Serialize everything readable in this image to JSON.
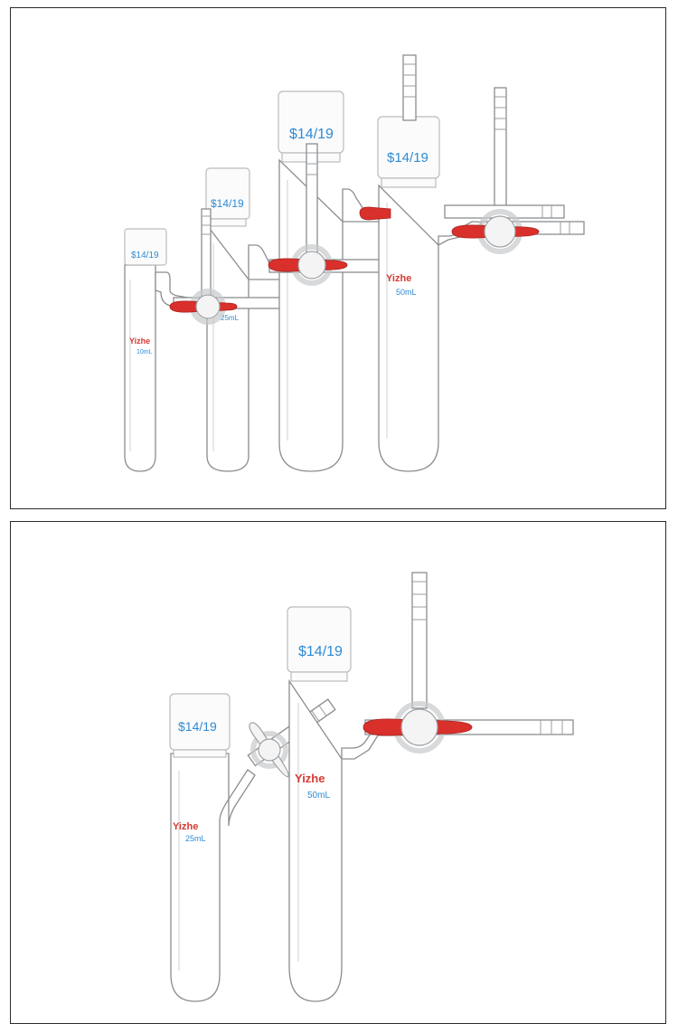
{
  "panels": [
    {
      "flasks": [
        {
          "joint": "$14/19",
          "brand": "Yizhe",
          "volume": "10mL"
        },
        {
          "joint": "$14/19",
          "brand": "",
          "volume": "25mL"
        },
        {
          "joint": "$14/19",
          "brand": "",
          "volume": ""
        },
        {
          "joint": "$14/19",
          "brand": "Yizhe",
          "volume": "50mL"
        }
      ]
    },
    {
      "flasks": [
        {
          "joint": "$14/19",
          "brand": "Yizhe",
          "volume": "25mL"
        },
        {
          "joint": "$14/19",
          "brand": "Yizhe",
          "volume": "50mL"
        }
      ]
    }
  ],
  "colors": {
    "joint_label": "#2e8bd6",
    "brand_label": "#d53a33",
    "stopcock_handle": "#d9302c",
    "frame": "#2b2b2b"
  }
}
